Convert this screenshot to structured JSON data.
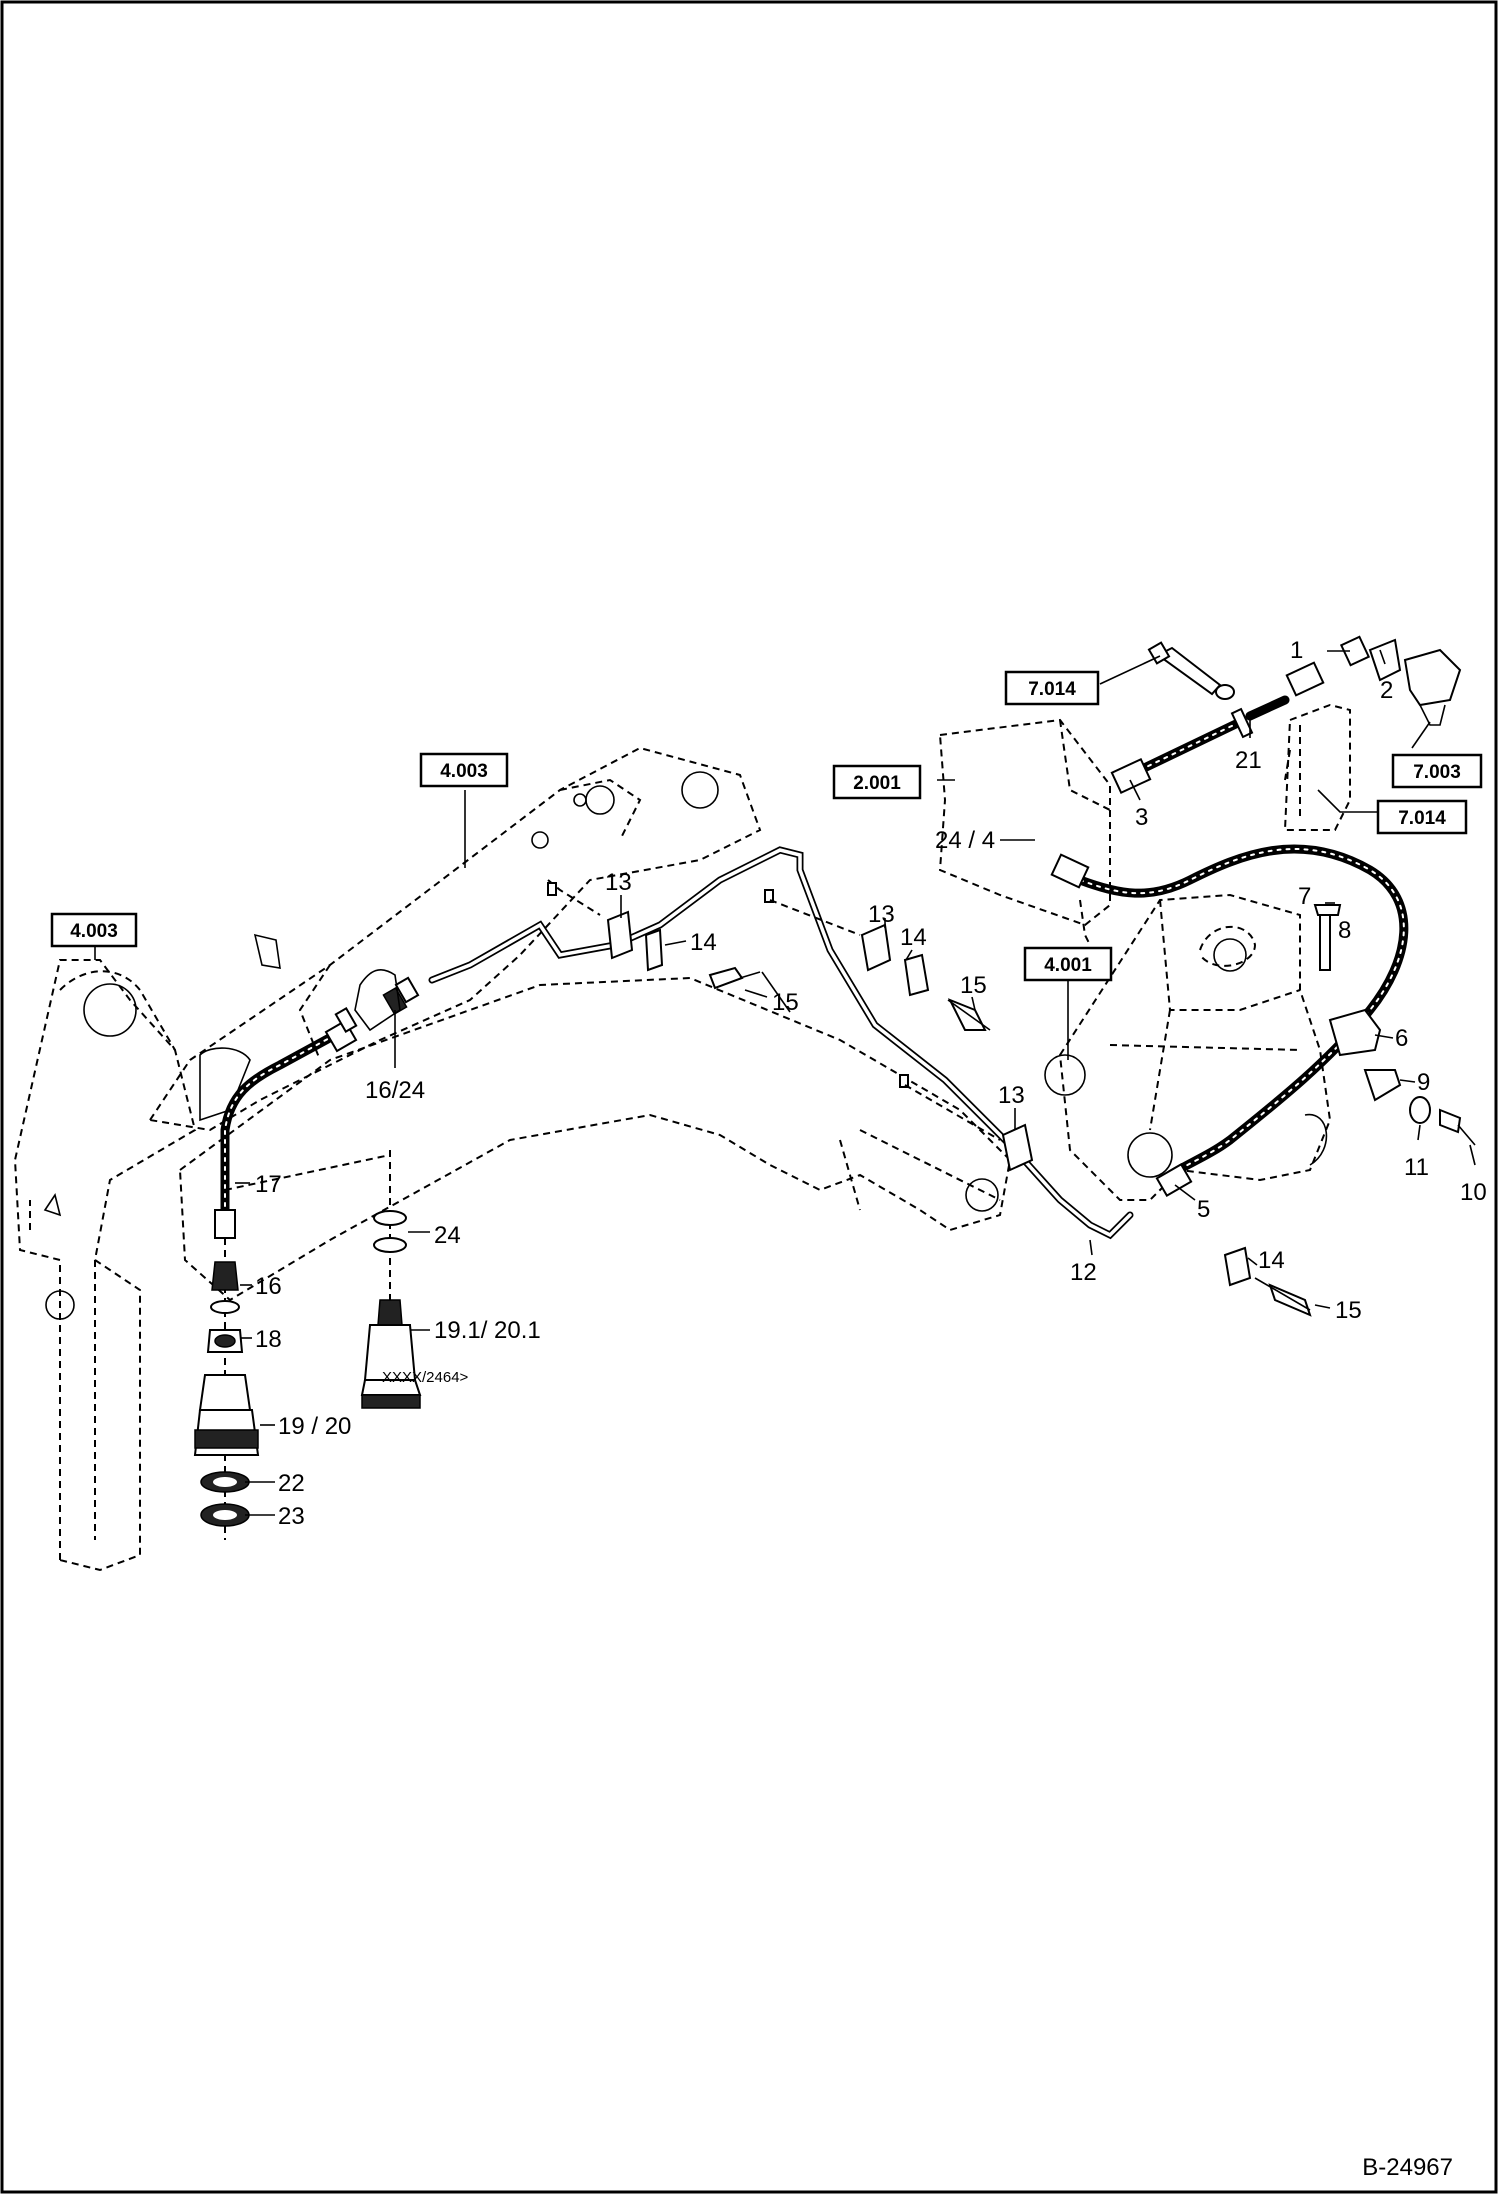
{
  "drawing_number": "B-24967",
  "reference_boxes": [
    "4.003",
    "4.003",
    "4.001",
    "2.001",
    "7.014",
    "7.014",
    "7.003"
  ],
  "part_labels": [
    "1",
    "2",
    "3",
    "24 / 4",
    "21",
    "5",
    "6",
    "7",
    "8",
    "9",
    "10",
    "11",
    "12",
    "13",
    "13",
    "13",
    "14",
    "14",
    "14",
    "15",
    "15",
    "15",
    "16/24",
    "17",
    "24",
    "16",
    "18",
    "19.1/ 20.1",
    "19 / 20",
    "22",
    "23"
  ],
  "serial_note": "XXXX/2464>"
}
